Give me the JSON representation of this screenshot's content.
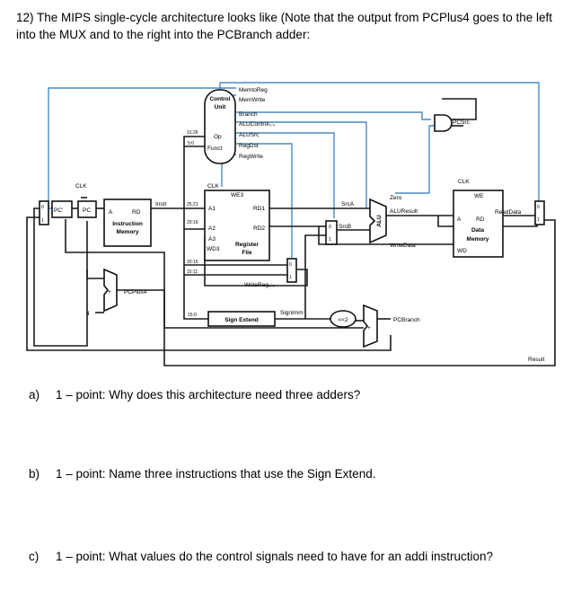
{
  "intro_text": "12) The MIPS single-cycle architecture looks like (Note that the output from PCPlus4 goes to the left into the MUX and to the right into the PCBranch adder:",
  "diagram": {
    "control_unit": [
      "Control",
      "Unit"
    ],
    "control_signals": [
      "MemtoReg",
      "MemWrite",
      "Branch",
      "ALUControl₂:₀",
      "ALUSrc",
      "RegDst",
      "RegWrite"
    ],
    "op_label": "Op",
    "funct_label": "Funct",
    "bits_31_26": "31:26",
    "bits_5_0": "5:0",
    "bits_25_21": "25:21",
    "bits_20_16": "20:16",
    "bits_20_16_b": "20:16",
    "bits_15_11": "15:11",
    "bits_15_0": "15:0",
    "clk": "CLK",
    "pc_in": "PC'",
    "pc_out": "PC",
    "imem_a": "A",
    "imem_rd": "RD",
    "instr": "Instr",
    "imem_title": [
      "Instruction",
      "Memory"
    ],
    "rf_we3": "WE3",
    "rf_a1": "A1",
    "rf_a2": "A2",
    "rf_a3": "A3",
    "rf_wd3": "WD3",
    "rf_rd1": "RD1",
    "rf_rd2": "RD2",
    "rf_title": [
      "Register",
      "File"
    ],
    "srca": "SrcA",
    "srcb": "SrcB",
    "alu": "ALU",
    "zero": "Zero",
    "aluresult": "ALUResult",
    "writedata": "WriteData",
    "dmem_we": "WE",
    "dmem_a": "A",
    "dmem_rd": "RD",
    "dmem_title": [
      "Data",
      "Memory"
    ],
    "dmem_wd": "WD",
    "readdata": "ReadData",
    "result": "Result",
    "pcsrc": "PCSrc",
    "pcplus4": "PCPlus4",
    "four": "4",
    "writereg": "WriteReg₄:₀",
    "signimm": "SignImm",
    "shift": "<<2",
    "sign_extend": "Sign Extend",
    "pcbranch": "PCBranch",
    "mux0": "0",
    "mux1": "1",
    "plus": "+"
  },
  "questions": [
    {
      "label": "a)",
      "text": "1 – point: Why does this architecture need three adders?"
    },
    {
      "label": "b)",
      "text": "1 – point: Name three instructions that use the Sign Extend."
    },
    {
      "label": "c)",
      "text": "1 – point: What values do the control signals need to have for an addi instruction?"
    }
  ]
}
